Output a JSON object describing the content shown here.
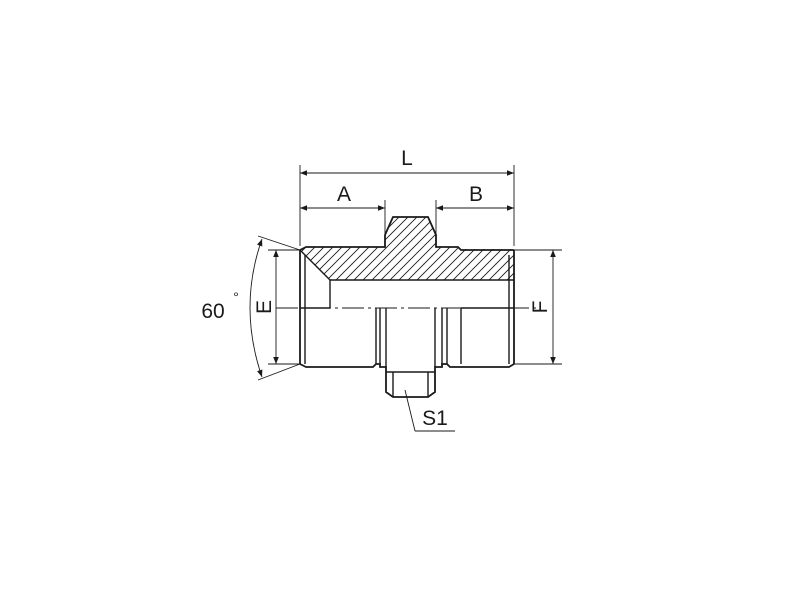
{
  "drawing": {
    "labels": {
      "overall_length": "L",
      "left_length": "A",
      "right_length": "B",
      "left_thread": "E",
      "right_thread": "F",
      "hex": "S1",
      "angle": "60",
      "angle_unit": "°"
    }
  }
}
